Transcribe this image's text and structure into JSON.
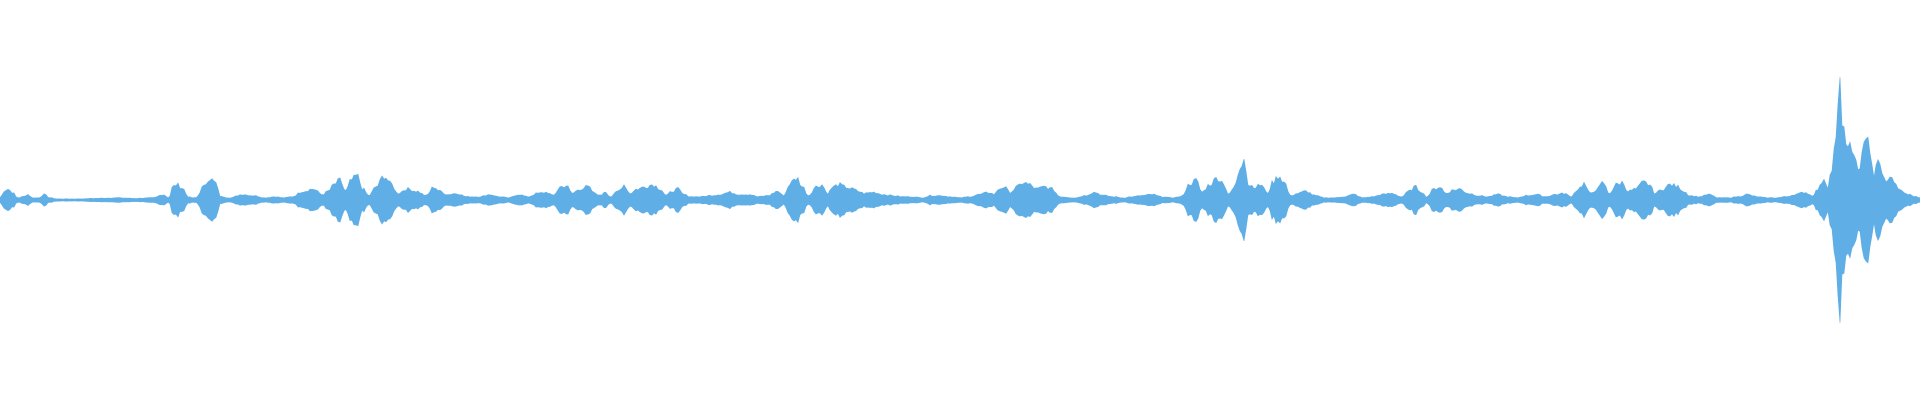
{
  "waveform": {
    "color": "#5faee6",
    "background": "#ffffff",
    "timeline": [
      [
        0,
        0.02
      ],
      [
        0.0025,
        0.09
      ],
      [
        0.004,
        0.1
      ],
      [
        0.0065,
        0.07
      ],
      [
        0.009,
        0.02
      ],
      [
        0.012,
        0.03
      ],
      [
        0.0145,
        0.05
      ],
      [
        0.017,
        0.02
      ],
      [
        0.02,
        0.02
      ],
      [
        0.023,
        0.05
      ],
      [
        0.026,
        0.02
      ],
      [
        0.03,
        0.01
      ],
      [
        0.04,
        0.01
      ],
      [
        0.05,
        0.015
      ],
      [
        0.06,
        0.02
      ],
      [
        0.07,
        0.015
      ],
      [
        0.08,
        0.02
      ],
      [
        0.085,
        0.05
      ],
      [
        0.088,
        0.02
      ],
      [
        0.09,
        0.12
      ],
      [
        0.092,
        0.14
      ],
      [
        0.095,
        0.11
      ],
      [
        0.098,
        0.03
      ],
      [
        0.1,
        0.02
      ],
      [
        0.102,
        0.02
      ],
      [
        0.106,
        0.12
      ],
      [
        0.109,
        0.2
      ],
      [
        0.112,
        0.16
      ],
      [
        0.115,
        0.03
      ],
      [
        0.12,
        0.02
      ],
      [
        0.126,
        0.05
      ],
      [
        0.132,
        0.04
      ],
      [
        0.138,
        0.02
      ],
      [
        0.143,
        0.03
      ],
      [
        0.148,
        0.02
      ],
      [
        0.152,
        0.03
      ],
      [
        0.158,
        0.08
      ],
      [
        0.163,
        0.1
      ],
      [
        0.168,
        0.05
      ],
      [
        0.171,
        0.08
      ],
      [
        0.174,
        0.14
      ],
      [
        0.177,
        0.18
      ],
      [
        0.18,
        0.08
      ],
      [
        0.183,
        0.18
      ],
      [
        0.186,
        0.22
      ],
      [
        0.189,
        0.1
      ],
      [
        0.192,
        0.04
      ],
      [
        0.196,
        0.12
      ],
      [
        0.2,
        0.22
      ],
      [
        0.204,
        0.14
      ],
      [
        0.207,
        0.06
      ],
      [
        0.212,
        0.1
      ],
      [
        0.217,
        0.08
      ],
      [
        0.222,
        0.04
      ],
      [
        0.226,
        0.12
      ],
      [
        0.229,
        0.08
      ],
      [
        0.233,
        0.05
      ],
      [
        0.238,
        0.06
      ],
      [
        0.243,
        0.03
      ],
      [
        0.25,
        0.03
      ],
      [
        0.255,
        0.05
      ],
      [
        0.26,
        0.03
      ],
      [
        0.265,
        0.02
      ],
      [
        0.27,
        0.05
      ],
      [
        0.275,
        0.03
      ],
      [
        0.28,
        0.06
      ],
      [
        0.285,
        0.07
      ],
      [
        0.288,
        0.04
      ],
      [
        0.292,
        0.12
      ],
      [
        0.295,
        0.13
      ],
      [
        0.298,
        0.06
      ],
      [
        0.302,
        0.1
      ],
      [
        0.306,
        0.12
      ],
      [
        0.31,
        0.06
      ],
      [
        0.313,
        0.04
      ],
      [
        0.315,
        0.08
      ],
      [
        0.318,
        0.03
      ],
      [
        0.322,
        0.08
      ],
      [
        0.325,
        0.14
      ],
      [
        0.328,
        0.06
      ],
      [
        0.332,
        0.1
      ],
      [
        0.336,
        0.12
      ],
      [
        0.34,
        0.14
      ],
      [
        0.344,
        0.1
      ],
      [
        0.347,
        0.04
      ],
      [
        0.35,
        0.08
      ],
      [
        0.353,
        0.1
      ],
      [
        0.356,
        0.05
      ],
      [
        0.36,
        0.03
      ],
      [
        0.365,
        0.03
      ],
      [
        0.37,
        0.04
      ],
      [
        0.375,
        0.05
      ],
      [
        0.38,
        0.07
      ],
      [
        0.385,
        0.05
      ],
      [
        0.39,
        0.05
      ],
      [
        0.395,
        0.03
      ],
      [
        0.4,
        0.04
      ],
      [
        0.405,
        0.08
      ],
      [
        0.408,
        0.04
      ],
      [
        0.412,
        0.16
      ],
      [
        0.415,
        0.2
      ],
      [
        0.418,
        0.12
      ],
      [
        0.421,
        0.04
      ],
      [
        0.425,
        0.12
      ],
      [
        0.428,
        0.14
      ],
      [
        0.431,
        0.06
      ],
      [
        0.434,
        0.12
      ],
      [
        0.437,
        0.14
      ],
      [
        0.44,
        0.12
      ],
      [
        0.444,
        0.1
      ],
      [
        0.447,
        0.08
      ],
      [
        0.45,
        0.06
      ],
      [
        0.455,
        0.07
      ],
      [
        0.46,
        0.05
      ],
      [
        0.465,
        0.04
      ],
      [
        0.47,
        0.03
      ],
      [
        0.475,
        0.03
      ],
      [
        0.48,
        0.02
      ],
      [
        0.485,
        0.04
      ],
      [
        0.49,
        0.04
      ],
      [
        0.495,
        0.03
      ],
      [
        0.5,
        0.02
      ],
      [
        0.505,
        0.03
      ],
      [
        0.51,
        0.05
      ],
      [
        0.515,
        0.07
      ],
      [
        0.518,
        0.05
      ],
      [
        0.52,
        0.1
      ],
      [
        0.523,
        0.12
      ],
      [
        0.526,
        0.07
      ],
      [
        0.53,
        0.12
      ],
      [
        0.533,
        0.16
      ],
      [
        0.536,
        0.14
      ],
      [
        0.54,
        0.1
      ],
      [
        0.544,
        0.12
      ],
      [
        0.548,
        0.1
      ],
      [
        0.552,
        0.03
      ],
      [
        0.56,
        0.02
      ],
      [
        0.565,
        0.04
      ],
      [
        0.57,
        0.07
      ],
      [
        0.575,
        0.04
      ],
      [
        0.58,
        0.03
      ],
      [
        0.585,
        0.02
      ],
      [
        0.59,
        0.03
      ],
      [
        0.595,
        0.04
      ],
      [
        0.6,
        0.05
      ],
      [
        0.605,
        0.03
      ],
      [
        0.61,
        0.02
      ],
      [
        0.615,
        0.03
      ],
      [
        0.62,
        0.15
      ],
      [
        0.623,
        0.18
      ],
      [
        0.626,
        0.07
      ],
      [
        0.63,
        0.14
      ],
      [
        0.634,
        0.2
      ],
      [
        0.637,
        0.16
      ],
      [
        0.64,
        0.05
      ],
      [
        0.643,
        0.12
      ],
      [
        0.646,
        0.3
      ],
      [
        0.648,
        0.42
      ],
      [
        0.65,
        0.14
      ],
      [
        0.654,
        0.12
      ],
      [
        0.657,
        0.14
      ],
      [
        0.66,
        0.06
      ],
      [
        0.663,
        0.16
      ],
      [
        0.666,
        0.22
      ],
      [
        0.669,
        0.16
      ],
      [
        0.672,
        0.04
      ],
      [
        0.676,
        0.06
      ],
      [
        0.68,
        0.08
      ],
      [
        0.685,
        0.04
      ],
      [
        0.69,
        0.02
      ],
      [
        0.695,
        0.02
      ],
      [
        0.7,
        0.03
      ],
      [
        0.705,
        0.05
      ],
      [
        0.71,
        0.02
      ],
      [
        0.715,
        0.03
      ],
      [
        0.72,
        0.05
      ],
      [
        0.725,
        0.06
      ],
      [
        0.73,
        0.03
      ],
      [
        0.734,
        0.08
      ],
      [
        0.737,
        0.12
      ],
      [
        0.74,
        0.08
      ],
      [
        0.743,
        0.03
      ],
      [
        0.747,
        0.1
      ],
      [
        0.75,
        0.12
      ],
      [
        0.753,
        0.06
      ],
      [
        0.757,
        0.09
      ],
      [
        0.76,
        0.1
      ],
      [
        0.765,
        0.06
      ],
      [
        0.77,
        0.04
      ],
      [
        0.775,
        0.03
      ],
      [
        0.78,
        0.05
      ],
      [
        0.785,
        0.03
      ],
      [
        0.79,
        0.02
      ],
      [
        0.795,
        0.04
      ],
      [
        0.8,
        0.05
      ],
      [
        0.805,
        0.03
      ],
      [
        0.81,
        0.05
      ],
      [
        0.815,
        0.06
      ],
      [
        0.818,
        0.03
      ],
      [
        0.822,
        0.1
      ],
      [
        0.825,
        0.15
      ],
      [
        0.828,
        0.06
      ],
      [
        0.832,
        0.1
      ],
      [
        0.835,
        0.16
      ],
      [
        0.838,
        0.06
      ],
      [
        0.842,
        0.14
      ],
      [
        0.845,
        0.16
      ],
      [
        0.848,
        0.08
      ],
      [
        0.852,
        0.1
      ],
      [
        0.856,
        0.16
      ],
      [
        0.859,
        0.14
      ],
      [
        0.862,
        0.06
      ],
      [
        0.866,
        0.1
      ],
      [
        0.87,
        0.14
      ],
      [
        0.874,
        0.12
      ],
      [
        0.877,
        0.08
      ],
      [
        0.88,
        0.04
      ],
      [
        0.885,
        0.03
      ],
      [
        0.89,
        0.05
      ],
      [
        0.895,
        0.02
      ],
      [
        0.9,
        0.02
      ],
      [
        0.905,
        0.03
      ],
      [
        0.91,
        0.05
      ],
      [
        0.915,
        0.03
      ],
      [
        0.92,
        0.02
      ],
      [
        0.925,
        0.02
      ],
      [
        0.93,
        0.03
      ],
      [
        0.935,
        0.05
      ],
      [
        0.94,
        0.07
      ],
      [
        0.944,
        0.04
      ],
      [
        0.947,
        0.1
      ],
      [
        0.95,
        0.2
      ],
      [
        0.952,
        0.12
      ],
      [
        0.954,
        0.28
      ],
      [
        0.956,
        0.5
      ],
      [
        0.958,
        1.0
      ],
      [
        0.96,
        0.7
      ],
      [
        0.962,
        0.4
      ],
      [
        0.964,
        0.55
      ],
      [
        0.966,
        0.35
      ],
      [
        0.968,
        0.25
      ],
      [
        0.97,
        0.48
      ],
      [
        0.972,
        0.6
      ],
      [
        0.974,
        0.4
      ],
      [
        0.976,
        0.22
      ],
      [
        0.978,
        0.35
      ],
      [
        0.98,
        0.28
      ],
      [
        0.982,
        0.15
      ],
      [
        0.984,
        0.22
      ],
      [
        0.986,
        0.18
      ],
      [
        0.988,
        0.12
      ],
      [
        0.99,
        0.08
      ],
      [
        0.994,
        0.05
      ],
      [
        0.998,
        0.03
      ],
      [
        1.0,
        0.02
      ]
    ]
  }
}
